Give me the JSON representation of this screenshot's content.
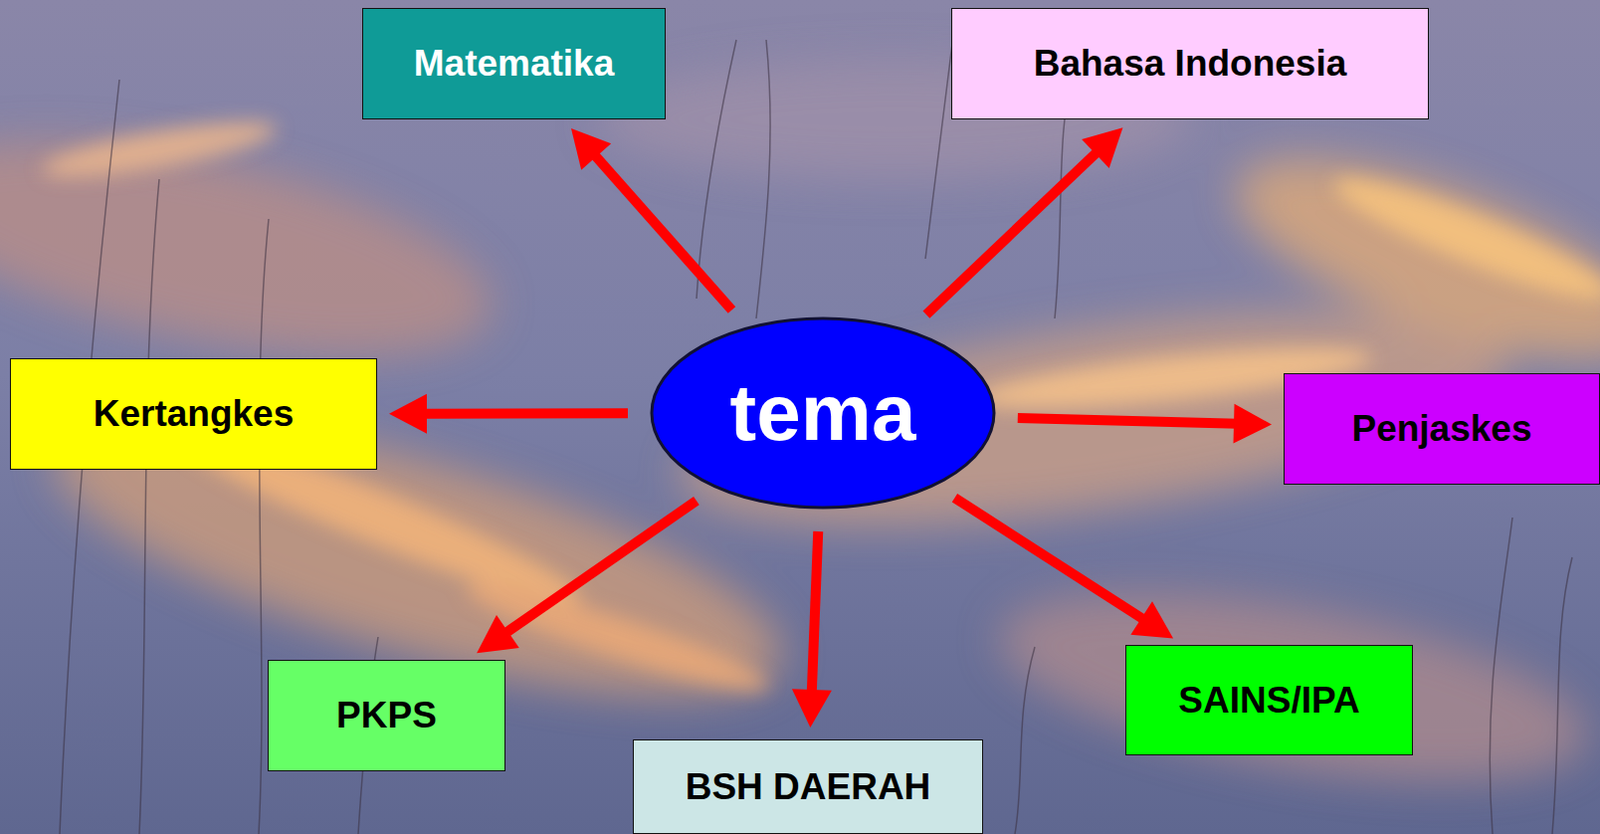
{
  "diagram": {
    "nodes": [
      {
        "text": [
          "Matematika"
        ]
      },
      {
        "text": [
          "Bahasa Indonesia"
        ]
      },
      {
        "text": [
          "Kertangkes"
        ]
      },
      {
        "text": [
          "tema"
        ]
      },
      {
        "text": [
          "Penjaskes"
        ]
      },
      {
        "text": [
          "PKPS"
        ]
      },
      {
        "text": [
          "SAINS/IPA"
        ]
      },
      {
        "text": [
          "BSH DAERAH"
        ]
      }
    ],
    "edges": [
      {
        "from": 3,
        "to": 0,
        "arrow": "to"
      },
      {
        "from": 3,
        "to": 1,
        "arrow": "to"
      },
      {
        "from": 3,
        "to": 2,
        "arrow": "to"
      },
      {
        "from": 3,
        "to": 4,
        "arrow": "to"
      },
      {
        "from": 3,
        "to": 5,
        "arrow": "to"
      },
      {
        "from": 3,
        "to": 6,
        "arrow": "to"
      },
      {
        "from": 3,
        "to": 7,
        "arrow": "to"
      }
    ]
  }
}
